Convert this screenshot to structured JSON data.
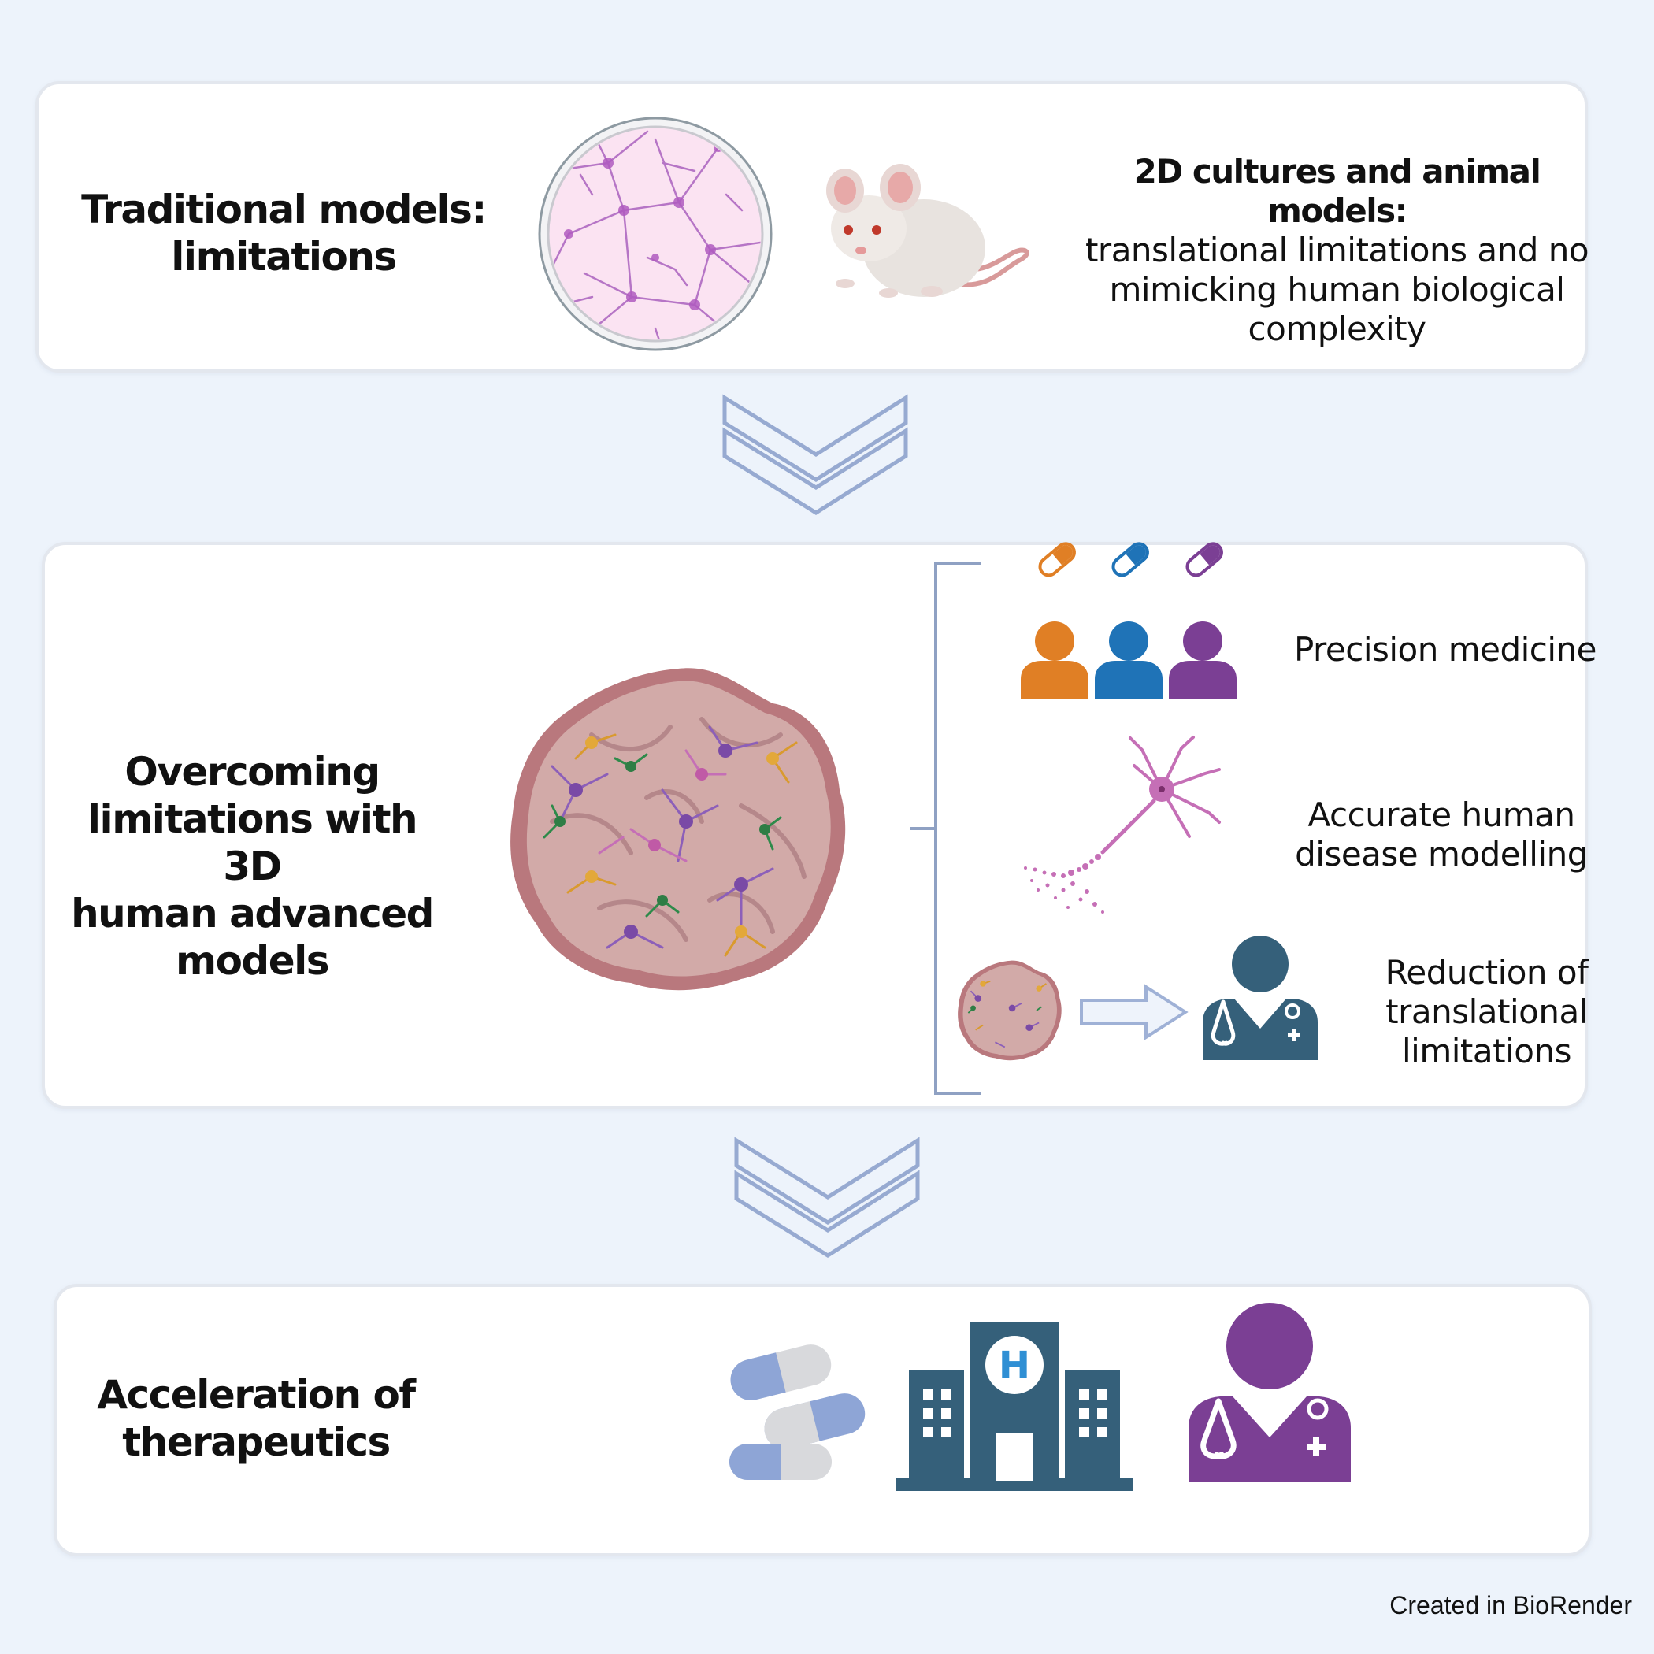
{
  "sections": [
    {
      "heading": [
        "Traditional models:",
        "limitations"
      ],
      "detail_title": "2D cultures and animal models:",
      "detail_lines": [
        "translational limitations and no",
        "mimicking human biological",
        "complexity"
      ],
      "icons": [
        "petri-dish-neurons-icon",
        "mouse-icon"
      ]
    },
    {
      "heading": [
        "Overcoming",
        "limitations with 3D",
        "human advanced",
        "models"
      ],
      "icons": [
        "brain-organoid-icon"
      ],
      "benefits": [
        {
          "lines": [
            "Precision medicine"
          ],
          "icons": [
            "patient-group-icon",
            "capsule-icon"
          ]
        },
        {
          "lines": [
            "Accurate human",
            "disease modelling"
          ],
          "icons": [
            "degenerating-neuron-icon"
          ]
        },
        {
          "lines": [
            "Reduction of",
            "translational",
            "limitations"
          ],
          "icons": [
            "organoid-icon",
            "arrow-right-icon",
            "doctor-icon"
          ]
        }
      ]
    },
    {
      "heading": [
        "Acceleration of",
        "therapeutics"
      ],
      "icons": [
        "capsules-icon",
        "hospital-icon",
        "doctor-icon"
      ],
      "hospital_sign": "H"
    }
  ],
  "colors": {
    "orange": "#e07f25",
    "blue": "#1f73b7",
    "purple": "#7b3f94",
    "slate": "#35607a",
    "chevron": "#97aad1",
    "organoid": "#c79a9c"
  },
  "credit": "Created in BioRender"
}
